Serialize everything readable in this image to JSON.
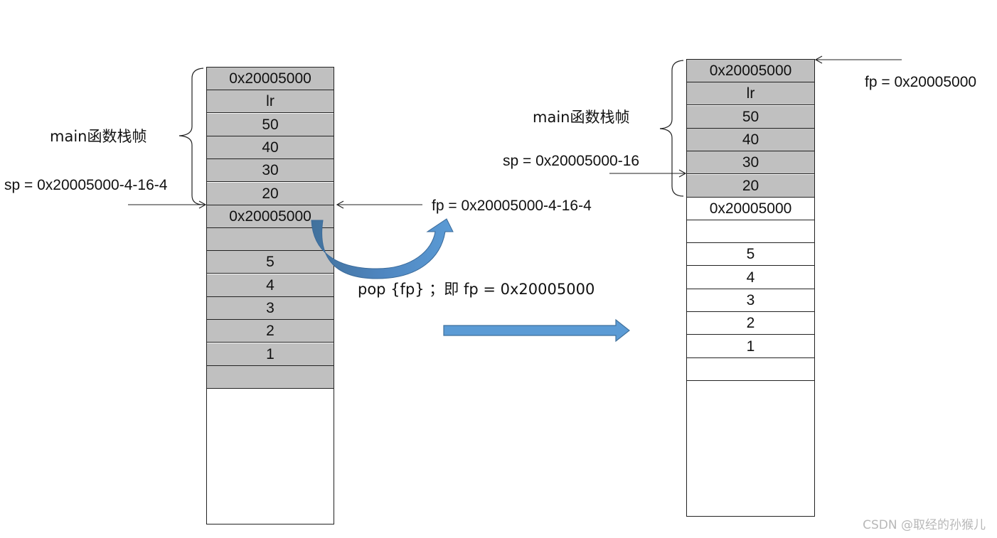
{
  "left_stack": {
    "cells": [
      {
        "text": "0x20005000",
        "shade": "gray"
      },
      {
        "text": "lr",
        "shade": "gray"
      },
      {
        "text": "50",
        "shade": "gray"
      },
      {
        "text": "40",
        "shade": "gray"
      },
      {
        "text": "30",
        "shade": "gray"
      },
      {
        "text": "20",
        "shade": "gray"
      },
      {
        "text": "0x20005000",
        "shade": "gray"
      },
      {
        "text": "",
        "shade": "gray"
      },
      {
        "text": "5",
        "shade": "gray"
      },
      {
        "text": "4",
        "shade": "gray"
      },
      {
        "text": "3",
        "shade": "gray"
      },
      {
        "text": "2",
        "shade": "gray"
      },
      {
        "text": "1",
        "shade": "gray"
      },
      {
        "text": "",
        "shade": "gray"
      }
    ],
    "frame_label": "main函数栈帧",
    "sp_label": "sp = 0x20005000-4-16-4",
    "fp_label": "fp = 0x20005000-4-16-4"
  },
  "operation_label": "pop {fp}  ；即 fp = 0x20005000",
  "right_stack": {
    "cells": [
      {
        "text": "0x20005000",
        "shade": "gray"
      },
      {
        "text": "lr",
        "shade": "gray"
      },
      {
        "text": "50",
        "shade": "gray"
      },
      {
        "text": "40",
        "shade": "gray"
      },
      {
        "text": "30",
        "shade": "gray"
      },
      {
        "text": "20",
        "shade": "gray"
      },
      {
        "text": "0x20005000",
        "shade": "white"
      },
      {
        "text": "",
        "shade": "white"
      },
      {
        "text": "5",
        "shade": "white"
      },
      {
        "text": "4",
        "shade": "white"
      },
      {
        "text": "3",
        "shade": "white"
      },
      {
        "text": "2",
        "shade": "white"
      },
      {
        "text": "1",
        "shade": "white"
      },
      {
        "text": "",
        "shade": "white"
      }
    ],
    "frame_label": "main函数栈帧",
    "sp_label": "sp = 0x20005000-16",
    "fp_label": "fp = 0x20005000"
  },
  "watermark": "CSDN @取经的孙猴儿",
  "colors": {
    "cell_gray": "#c0c0c0",
    "arrow_blue": "#5b9bd5",
    "arrow_blue_dark": "#41719c",
    "line": "#222222"
  }
}
